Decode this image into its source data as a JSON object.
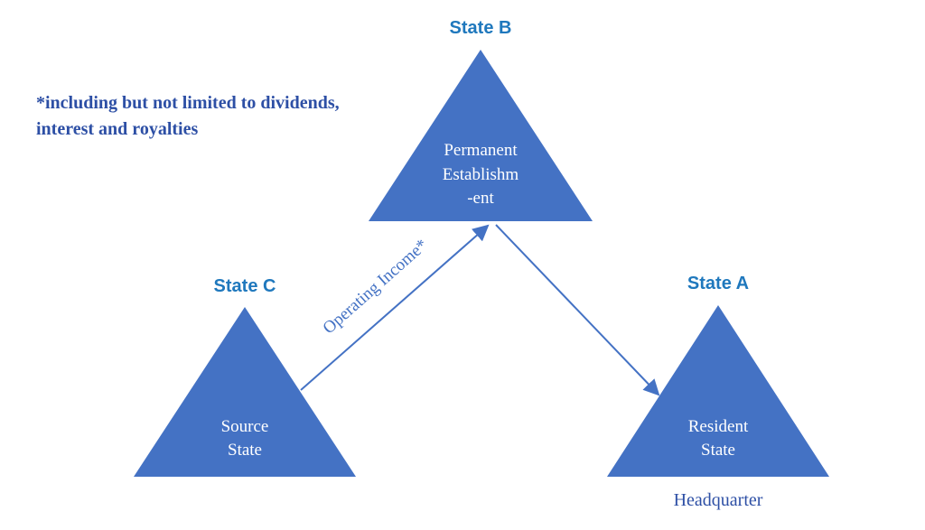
{
  "annotation": {
    "line1": "*including but not limited to dividends,",
    "line2": "interest and royalties"
  },
  "states": {
    "b": "State B",
    "c": "State C",
    "a": "State A"
  },
  "triangles": {
    "permanent_establishment": {
      "line1": "Permanent",
      "line2": "Establishm",
      "line3": "-ent"
    },
    "source_state": {
      "line1": "Source",
      "line2": "State"
    },
    "resident_state": {
      "line1": "Resident",
      "line2": "State"
    }
  },
  "labels": {
    "operating_income": "Operating Income*",
    "headquarter": "Headquarter"
  },
  "colors": {
    "triangle_fill": "#4472c4",
    "state_label": "#1f78bd",
    "serif_blue_text": "#2d4fa5",
    "arrow": "#4472c4",
    "triangle_text": "#ffffff"
  }
}
